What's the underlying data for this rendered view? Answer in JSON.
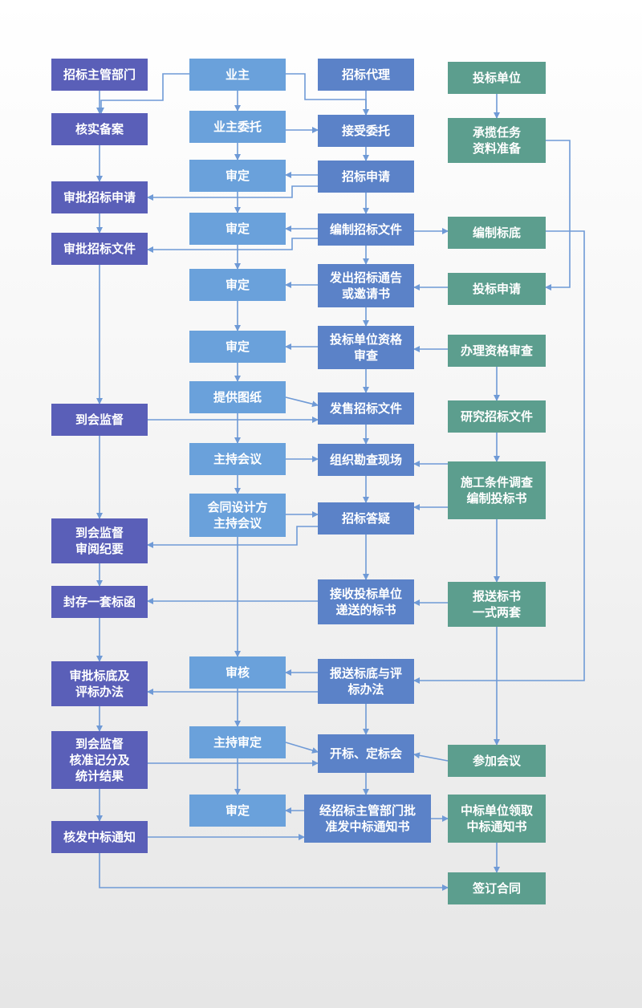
{
  "colors": {
    "authority": "#5a5fb8",
    "owner": "#6aa1db",
    "agent": "#5b82c8",
    "bidder": "#5c9e8e",
    "line": "#6f9ad6"
  },
  "nodes": {
    "zhuguan": "招标主管部门",
    "yezhu": "业主",
    "daili": "招标代理",
    "toubiao": "投标单位",
    "hesbeian": "核实备案",
    "yzweituo": "业主委托",
    "jieshou": "接受委托",
    "chenglan": "承揽任务\n资料准备",
    "sd1": "审定",
    "sqing": "招标申请",
    "spsq": "审批招标申请",
    "sd2": "审定",
    "bianzhi": "编制招标文件",
    "bzbd": "编制标底",
    "spwj": "审批招标文件",
    "sd3": "审定",
    "fachu": "发出招标通告\n或邀请书",
    "tbsq": "投标申请",
    "sd4": "审定",
    "zgsc": "投标单位资格\n审查",
    "blzg": "办理资格审查",
    "tgtz": "提供图纸",
    "fashou": "发售招标文件",
    "yjwj": "研究招标文件",
    "dhjd": "到会监督",
    "zchy": "主持会议",
    "kancha": "组织勘查现场",
    "sgtj": "施工条件调查\n编制投标书",
    "hytj": "会同设计方\n主持会议",
    "dayi": "招标答疑",
    "dhsy": "到会监督\n审阅纪要",
    "jieshoutb": "接收投标单位\n递送的标书",
    "bsbs": "报送标书\n一式两套",
    "fcbh": "封存一套标函",
    "shenhe": "审核",
    "bsbd": "报送标底与评\n标办法",
    "spbd": "审批标底及\n评标办法",
    "zcsd": "主持审定",
    "kaibiao": "开标、定标会",
    "cjhy": "参加会议",
    "dhhz": "到会监督\n核准记分及\n统计结果",
    "sd5": "审定",
    "jzg": "经招标主管部门批\n准发中标通知书",
    "zbly": "中标单位领取\n中标通知书",
    "hfzb": "核发中标通知",
    "qdht": "签订合同"
  }
}
